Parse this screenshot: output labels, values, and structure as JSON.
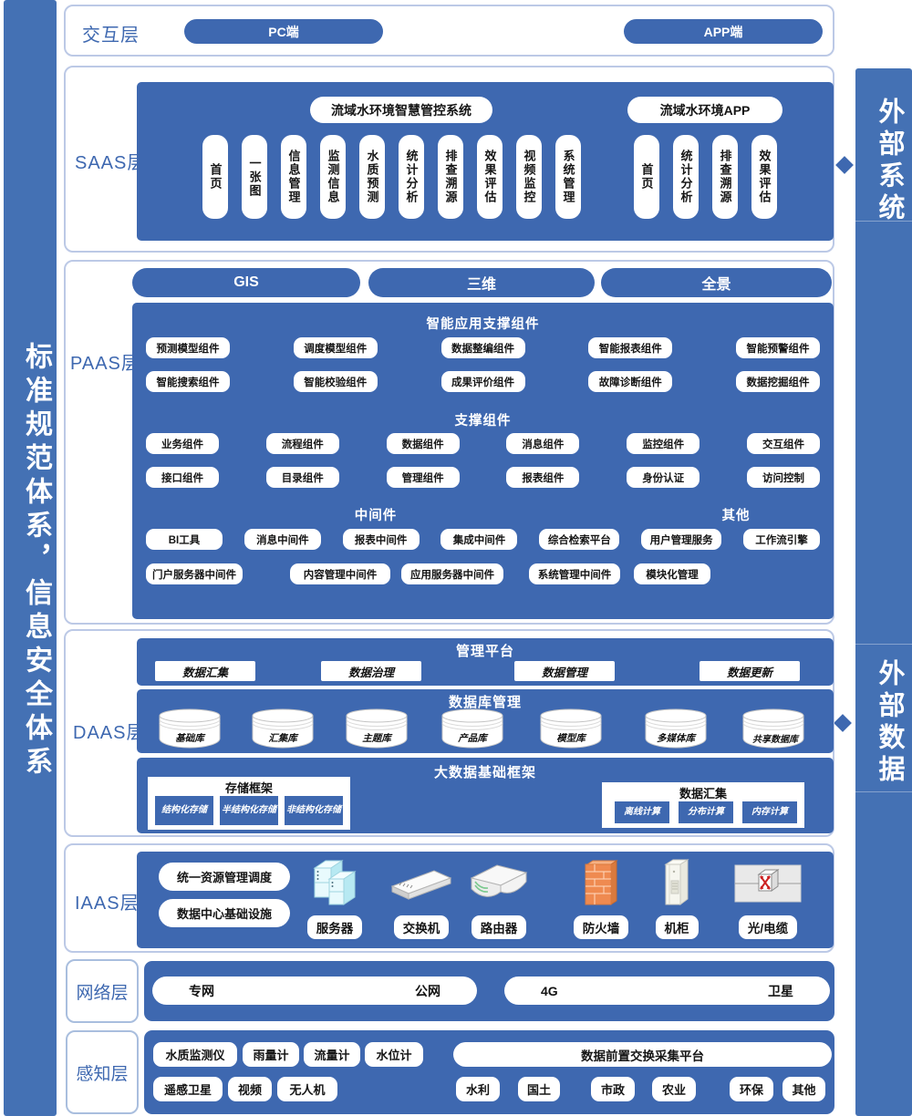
{
  "left_bar": {
    "text": "标准规范体系，信息安全体系"
  },
  "right_bar": {
    "top_label": "外部系统",
    "bottom_label": "外部数据"
  },
  "colors": {
    "panel_blue": "#3E68B0",
    "bar_blue": "#4471B4"
  },
  "interaction": {
    "label": "交互层",
    "pc": "PC端",
    "app": "APP端"
  },
  "saas": {
    "label": "SAAS层",
    "pc_title": "流域水环境智慧管控系统",
    "pc_modules": [
      "首页",
      "一张图",
      "信息管理",
      "监测信息",
      "水质预测",
      "统计分析",
      "排查溯源",
      "效果评估",
      "视频监控",
      "系统管理"
    ],
    "app_title": "流域水环境APP",
    "app_modules": [
      "首页",
      "统计分析",
      "排查溯源",
      "效果评估"
    ]
  },
  "paas": {
    "label": "PAAS层",
    "views": [
      "GIS",
      "三维",
      "全景"
    ],
    "smart_title": "智能应用支撑组件",
    "smart_row1": [
      "预测模型组件",
      "调度模型组件",
      "数据整编组件",
      "智能报表组件",
      "智能预警组件"
    ],
    "smart_row2": [
      "智能搜索组件",
      "智能校验组件",
      "成果评价组件",
      "故障诊断组件",
      "数据挖掘组件"
    ],
    "support_title": "支撑组件",
    "support_row1": [
      "业务组件",
      "流程组件",
      "数据组件",
      "消息组件",
      "监控组件",
      "交互组件"
    ],
    "support_row2": [
      "接口组件",
      "目录组件",
      "管理组件",
      "报表组件",
      "身份认证",
      "访问控制"
    ],
    "middleware_title": "中间件",
    "other_title": "其他",
    "mw_row1": [
      "BI工具",
      "消息中间件",
      "报表中间件",
      "集成中间件",
      "综合检索平台",
      "用户管理服务",
      "工作流引擎"
    ],
    "mw_row2": [
      "门户服务器中间件",
      "内容管理中间件",
      "应用服务器中间件",
      "系统管理中间件",
      "模块化管理"
    ]
  },
  "daas": {
    "label": "DAAS层",
    "mgmt_title": "管理平台",
    "mgmt_items": [
      "数据汇集",
      "数据治理",
      "数据管理",
      "数据更新"
    ],
    "db_title": "数据库管理",
    "databases": [
      "基础库",
      "汇集库",
      "主题库",
      "产品库",
      "模型库",
      "多媒体库",
      "共享数据库"
    ],
    "bigdata_title": "大数据基础框架",
    "storage_title": "存储框架",
    "storage_items": [
      "结构化存储",
      "半结构化存储",
      "非结构化存储"
    ],
    "collect_title": "数据汇集",
    "collect_items": [
      "离线计算",
      "分布计算",
      "内存计算"
    ]
  },
  "iaas": {
    "label": "IAAS层",
    "pills": [
      "统一资源管理调度",
      "数据中心基础设施"
    ],
    "devices": [
      "服务器",
      "交换机",
      "路由器",
      "防火墙",
      "机柜",
      "光/电缆"
    ]
  },
  "network": {
    "label": "网络层",
    "pill1_left": "专网",
    "pill1_right": "公网",
    "pill2_left": "4G",
    "pill2_right": "卫星"
  },
  "sensing": {
    "label": "感知层",
    "row1": [
      "水质监测仪",
      "雨量计",
      "流量计",
      "水位计"
    ],
    "platform": "数据前置交换采集平台",
    "row2": [
      "遥感卫星",
      "视频",
      "无人机"
    ],
    "sources": [
      "水利",
      "国土",
      "市政",
      "农业",
      "环保",
      "其他"
    ]
  }
}
